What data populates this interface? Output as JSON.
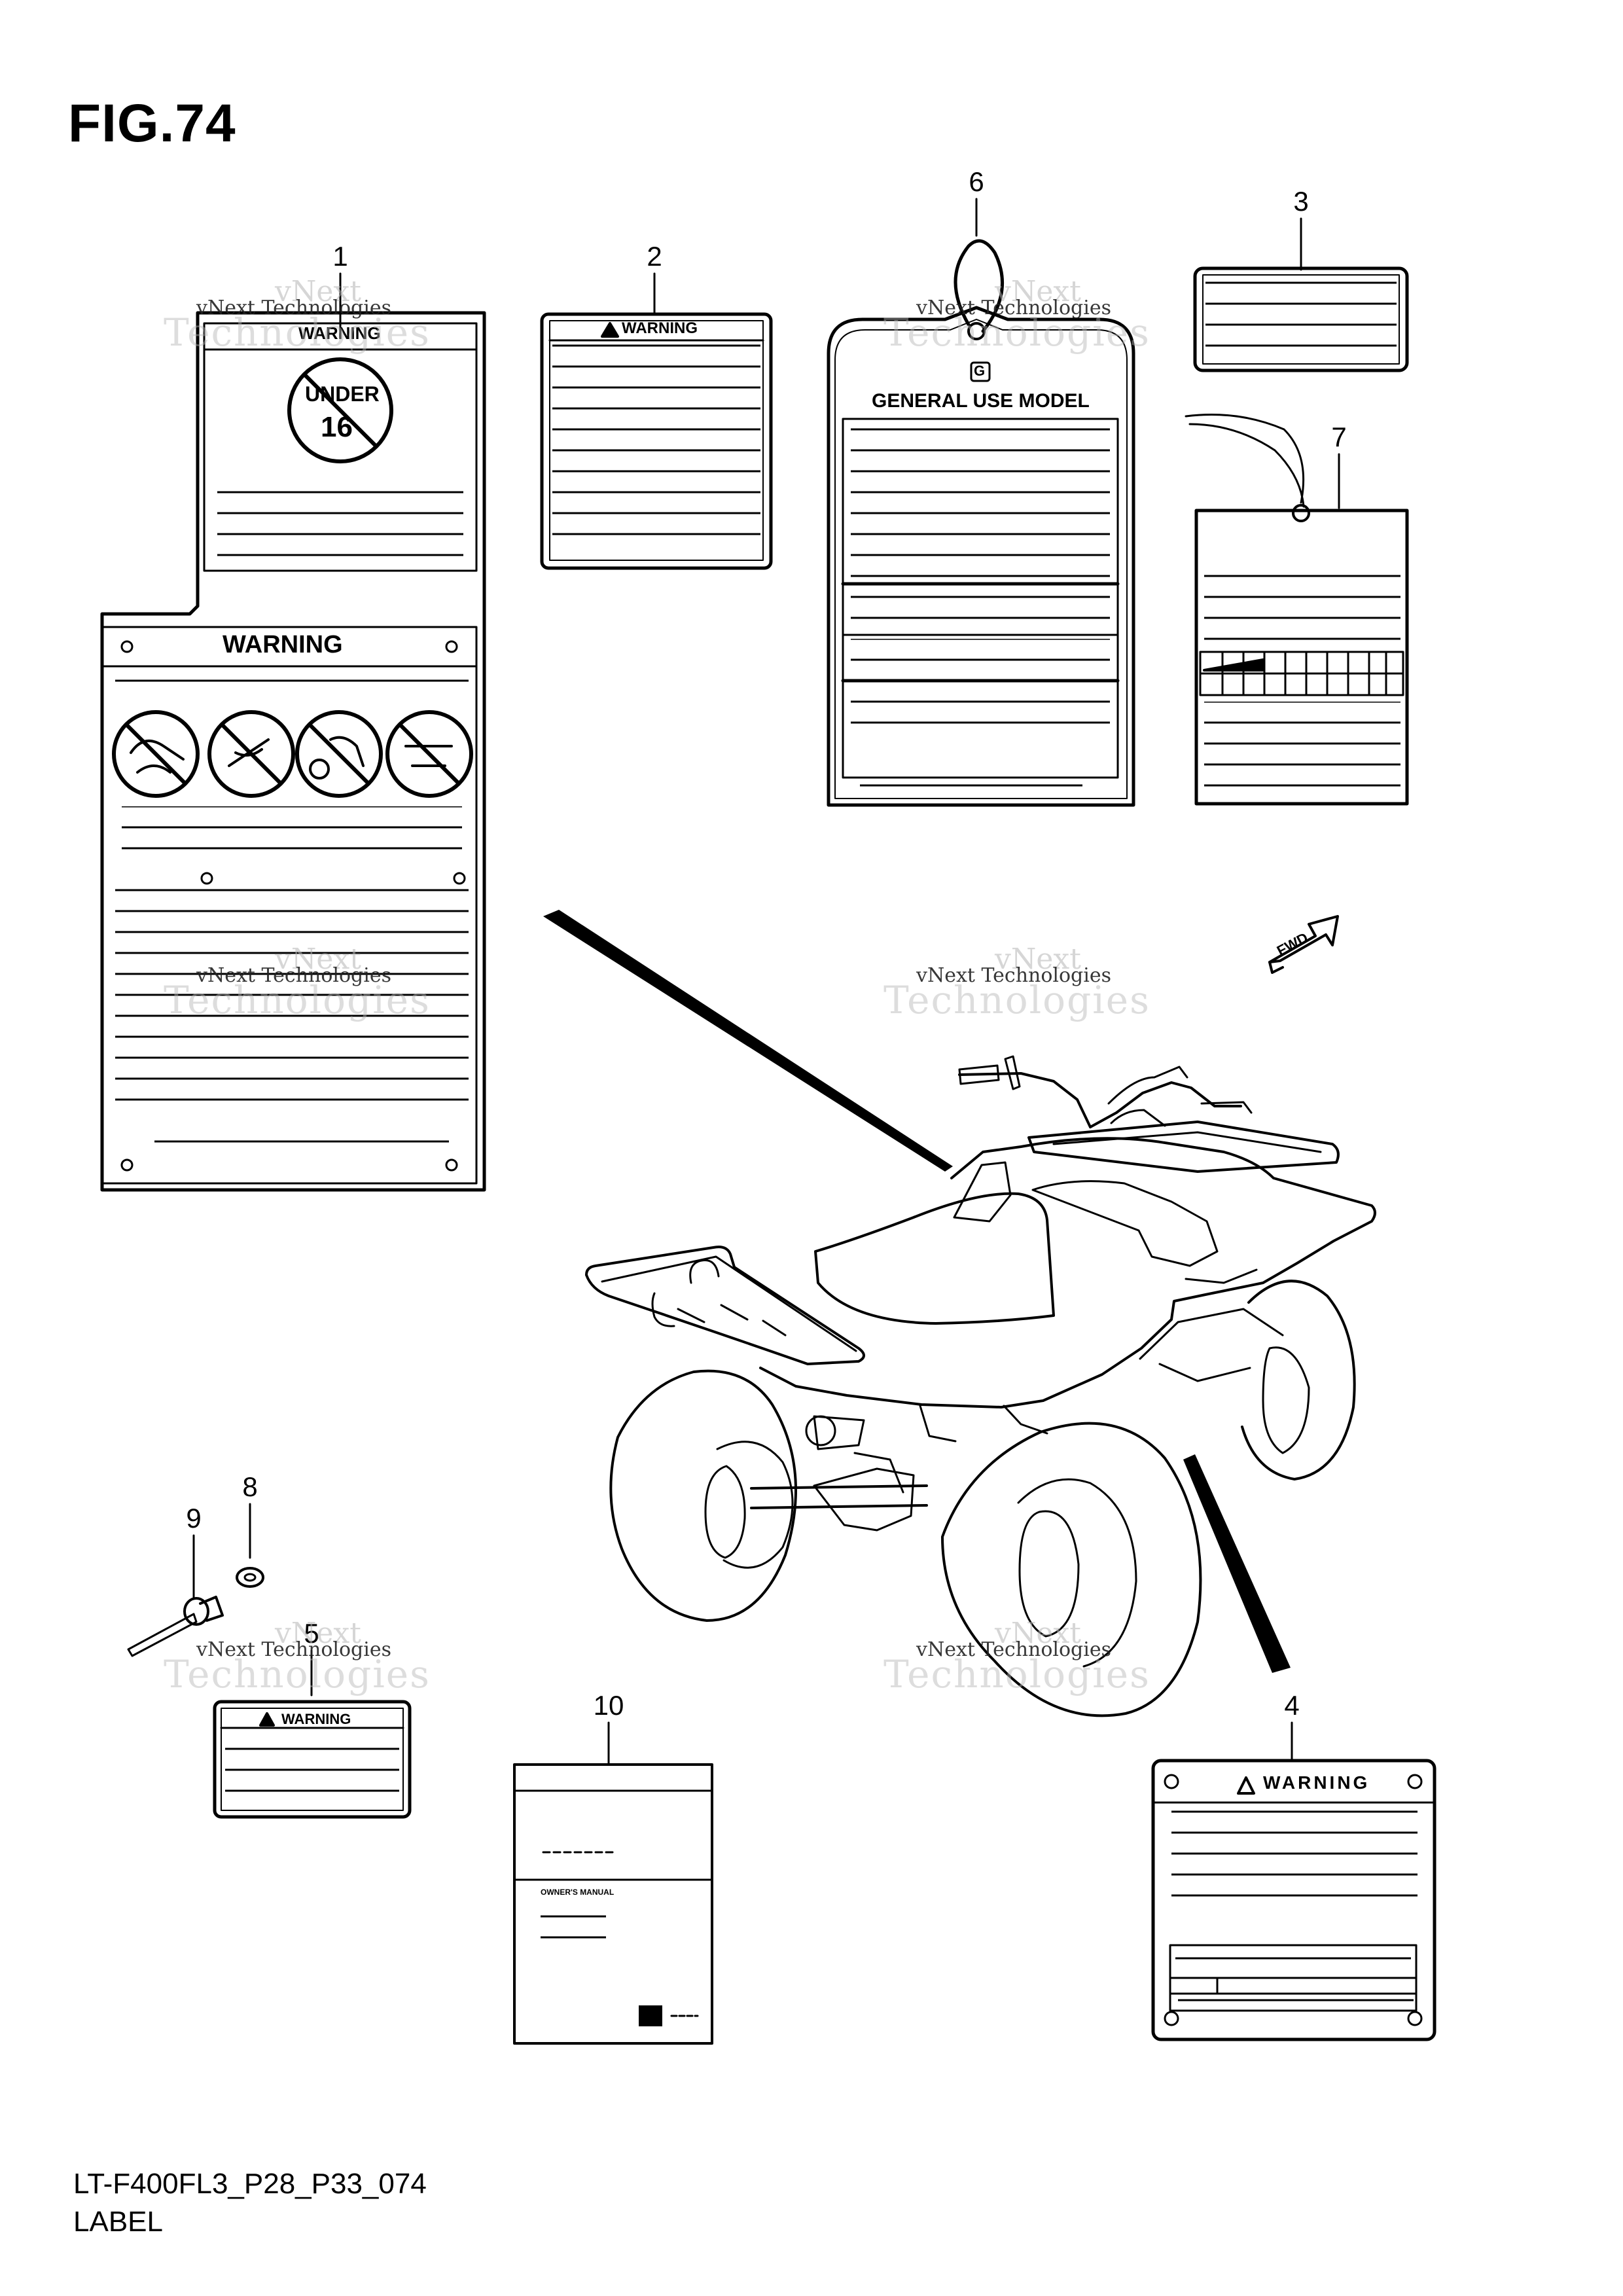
{
  "figure": {
    "title": "FIG.74",
    "code": "LT-F400FL3_P28_P33_074",
    "name": "LABEL"
  },
  "callouts": [
    "1",
    "2",
    "3",
    "4",
    "5",
    "6",
    "7",
    "8",
    "9",
    "10"
  ],
  "labels": {
    "warning_text": "WARNING",
    "under_text": "UNDER",
    "age_text": "16",
    "general_use_text": "GENERAL USE MODEL",
    "g_badge": "G",
    "owners_manual_text": "OWNER'S MANUAL",
    "fwd_text": "FWD"
  },
  "watermark": {
    "line1": "vNext",
    "line2": "vNext Technologies",
    "line3": "Technologies"
  }
}
